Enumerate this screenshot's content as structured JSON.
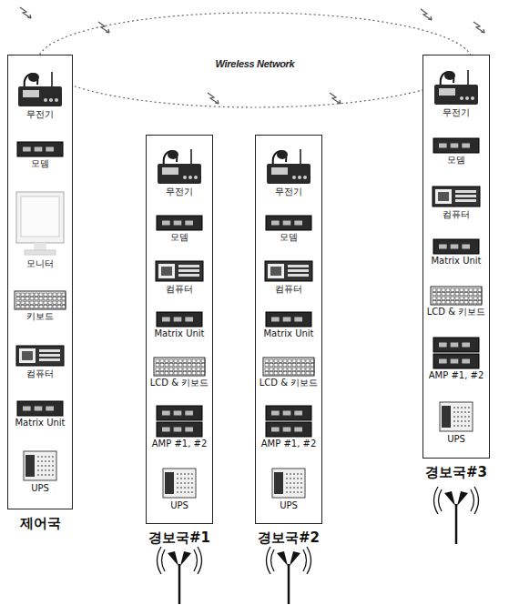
{
  "diagram": {
    "nodes": [
      {
        "text": [
          "Wireless Network"
        ]
      },
      {
        "text": [
          "제어국"
        ]
      },
      {
        "text": [
          "무전기"
        ],
        "in": 1
      },
      {
        "text": [
          "모뎀"
        ],
        "in": 1
      },
      {
        "text": [
          "모니터"
        ],
        "in": 1
      },
      {
        "text": [
          "키보드"
        ],
        "in": 1
      },
      {
        "text": [
          "컴퓨터"
        ],
        "in": 1
      },
      {
        "text": [
          "Matrix Unit"
        ],
        "in": 1
      },
      {
        "text": [
          "UPS"
        ],
        "in": 1
      },
      {
        "text": [
          "경보국#1"
        ]
      },
      {
        "text": [
          "무전기"
        ],
        "in": 9
      },
      {
        "text": [
          "모뎀"
        ],
        "in": 9
      },
      {
        "text": [
          "컴퓨터"
        ],
        "in": 9
      },
      {
        "text": [
          "Matrix Unit"
        ],
        "in": 9
      },
      {
        "text": [
          "LCD & 키보드"
        ],
        "in": 9
      },
      {
        "text": [
          "AMP #1, #2"
        ],
        "in": 9
      },
      {
        "text": [
          "UPS"
        ],
        "in": 9
      },
      {
        "text": [
          "경보국#2"
        ]
      },
      {
        "text": [
          "무전기"
        ],
        "in": 17
      },
      {
        "text": [
          "모뎀"
        ],
        "in": 17
      },
      {
        "text": [
          "컴퓨터"
        ],
        "in": 17
      },
      {
        "text": [
          "Matrix Unit"
        ],
        "in": 17
      },
      {
        "text": [
          "LCD & 키보드"
        ],
        "in": 17
      },
      {
        "text": [
          "AMP #1, #2"
        ],
        "in": 17
      },
      {
        "text": [
          "UPS"
        ],
        "in": 17
      },
      {
        "text": [
          "경보국#3"
        ]
      },
      {
        "text": [
          "무전기"
        ],
        "in": 25
      },
      {
        "text": [
          "모뎀"
        ],
        "in": 25
      },
      {
        "text": [
          "컴퓨터"
        ],
        "in": 25
      },
      {
        "text": [
          "Matrix Unit"
        ],
        "in": 25
      },
      {
        "text": [
          "LCD & 키보드"
        ],
        "in": 25
      },
      {
        "text": [
          "AMP #1, #2"
        ],
        "in": 25
      },
      {
        "text": [
          "UPS"
        ],
        "in": 25
      }
    ]
  }
}
